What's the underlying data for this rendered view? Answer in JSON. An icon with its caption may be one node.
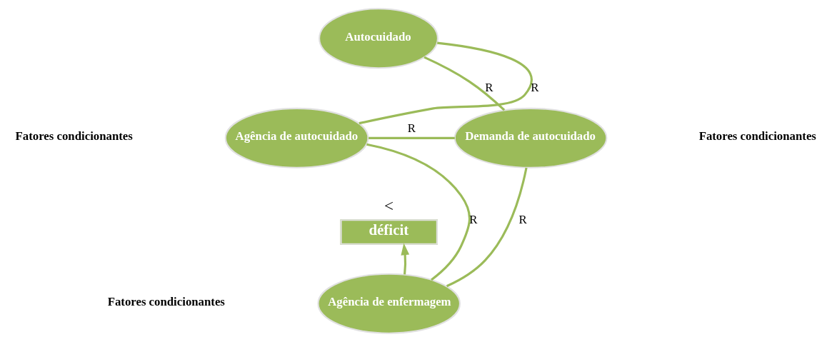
{
  "diagram": {
    "nodes": [
      {
        "text": [
          "Autocuidado"
        ]
      },
      {
        "text": [
          "Agência de autocuidado"
        ]
      },
      {
        "text": [
          "Demanda de autocuidado"
        ]
      },
      {
        "text": [
          "déficit"
        ],
        "beside": [
          "<"
        ]
      },
      {
        "text": [
          "Agência de enfermagem"
        ]
      }
    ],
    "edges": [
      {
        "from": 1,
        "to": 0,
        "arrow": "none",
        "label": "R"
      },
      {
        "from": 0,
        "to": 2,
        "arrow": "none",
        "label": "R"
      },
      {
        "from": 1,
        "to": 2,
        "arrow": "none",
        "label": "R"
      },
      {
        "from": 1,
        "to": 4,
        "arrow": "none",
        "label": "R"
      },
      {
        "from": 2,
        "to": 4,
        "arrow": "none",
        "label": "R"
      },
      {
        "from": 4,
        "to": 3,
        "arrow": "to"
      }
    ],
    "labels": [
      "Fatores condicionantes",
      "Fatores condicionantes",
      "Fatores condicionantes"
    ]
  }
}
